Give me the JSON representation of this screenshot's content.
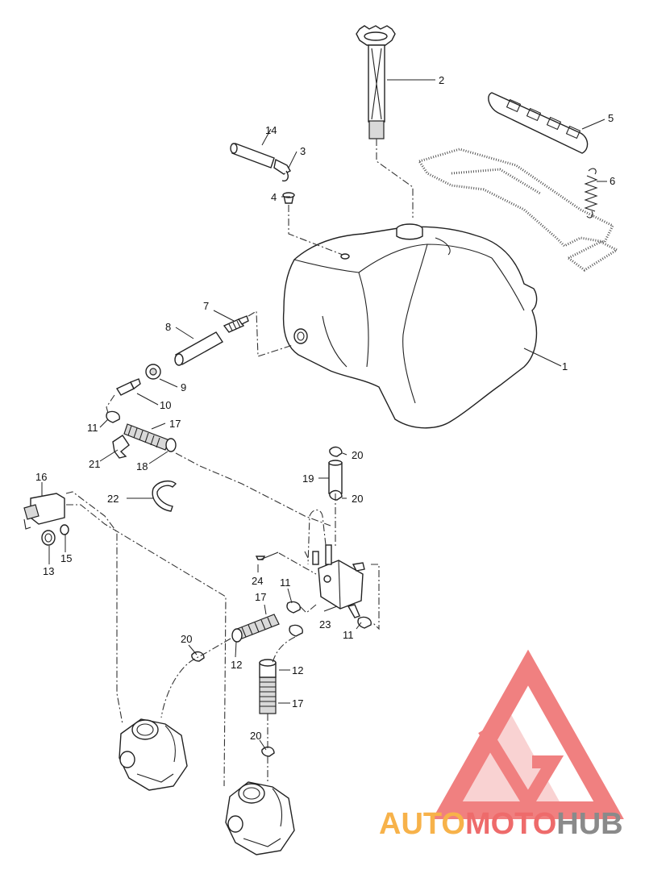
{
  "diagram": {
    "callouts": [
      {
        "id": "c1",
        "label": "1"
      },
      {
        "id": "c2",
        "label": "2"
      },
      {
        "id": "c3",
        "label": "3"
      },
      {
        "id": "c4",
        "label": "4"
      },
      {
        "id": "c5",
        "label": "5"
      },
      {
        "id": "c6",
        "label": "6"
      },
      {
        "id": "c7",
        "label": "7"
      },
      {
        "id": "c8",
        "label": "8"
      },
      {
        "id": "c9",
        "label": "9"
      },
      {
        "id": "c10",
        "label": "10"
      },
      {
        "id": "c11a",
        "label": "11"
      },
      {
        "id": "c11b",
        "label": "11"
      },
      {
        "id": "c11c",
        "label": "11"
      },
      {
        "id": "c12a",
        "label": "12"
      },
      {
        "id": "c12b",
        "label": "12"
      },
      {
        "id": "c13",
        "label": "13"
      },
      {
        "id": "c14",
        "label": "14"
      },
      {
        "id": "c15",
        "label": "15"
      },
      {
        "id": "c16",
        "label": "16"
      },
      {
        "id": "c17a",
        "label": "17"
      },
      {
        "id": "c17b",
        "label": "17"
      },
      {
        "id": "c17c",
        "label": "17"
      },
      {
        "id": "c18",
        "label": "18"
      },
      {
        "id": "c19",
        "label": "19"
      },
      {
        "id": "c20a",
        "label": "20"
      },
      {
        "id": "c20b",
        "label": "20"
      },
      {
        "id": "c20c",
        "label": "20"
      },
      {
        "id": "c20d",
        "label": "20"
      },
      {
        "id": "c21",
        "label": "21"
      },
      {
        "id": "c22",
        "label": "22"
      },
      {
        "id": "c23",
        "label": "23"
      },
      {
        "id": "c24",
        "label": "24"
      }
    ]
  },
  "watermark": {
    "brand_part1": "AUTO",
    "brand_part2": "MOTO",
    "brand_part3": "HUB",
    "color_orange": "#f7b24a",
    "color_red": "#ee6b6b",
    "color_grey": "#8a8a8a"
  }
}
